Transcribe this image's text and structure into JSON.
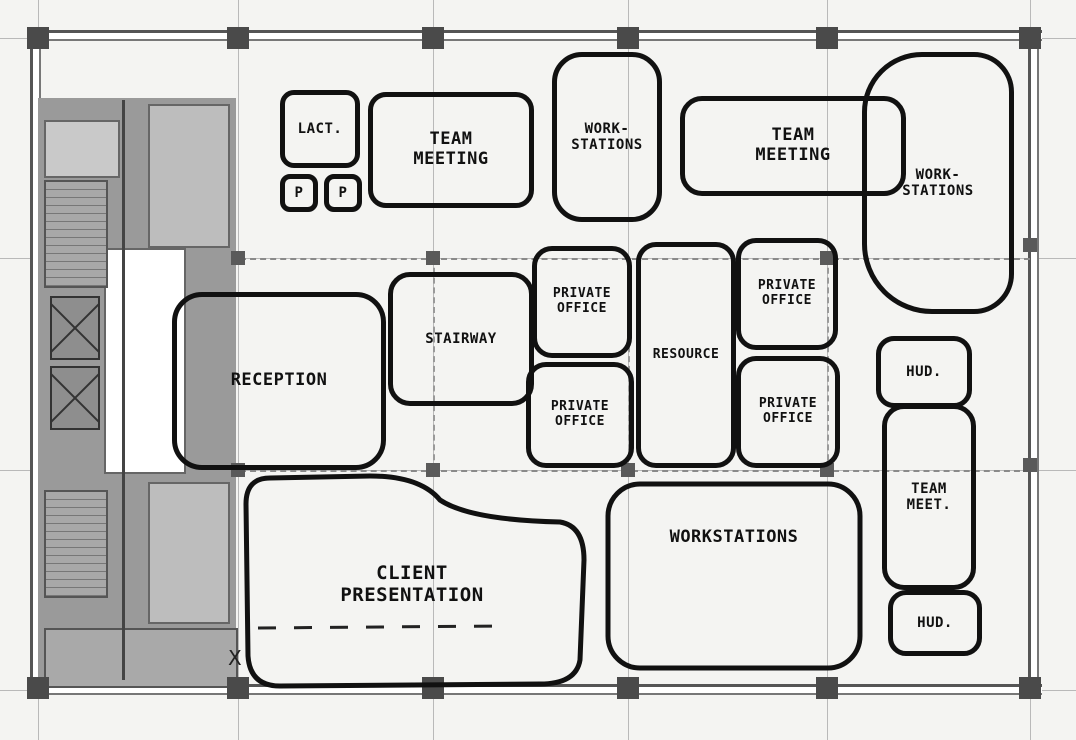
{
  "rooms": {
    "lactation": "LACT.",
    "phone_1": "P",
    "phone_2": "P",
    "team_meeting_1": "TEAM\nMEETING",
    "workstations_1": "WORK-\nSTATIONS",
    "team_meeting_2": "TEAM\nMEETING",
    "workstations_2": "WORK-\nSTATIONS",
    "reception": "RECEPTION",
    "stairway": "STAIRWAY",
    "private_office_1": "PRIVATE\nOFFICE",
    "private_office_2": "PRIVATE\nOFFICE",
    "resource": "RESOURCE",
    "private_office_3": "PRIVATE\nOFFICE",
    "private_office_4": "PRIVATE\nOFFICE",
    "huddle_1": "HUD.",
    "team_meeting_3": "TEAM\nMEET.",
    "huddle_2": "HUD.",
    "client_presentation": "CLIENT\nPRESENTATION",
    "workstations_3": "WORKSTATIONS"
  },
  "marks": {
    "x_mark": "X"
  },
  "colors": {
    "ink": "#111111",
    "core": "#9a9a9a",
    "paper": "#f4f4f2",
    "grid": "#b9b9b9"
  }
}
